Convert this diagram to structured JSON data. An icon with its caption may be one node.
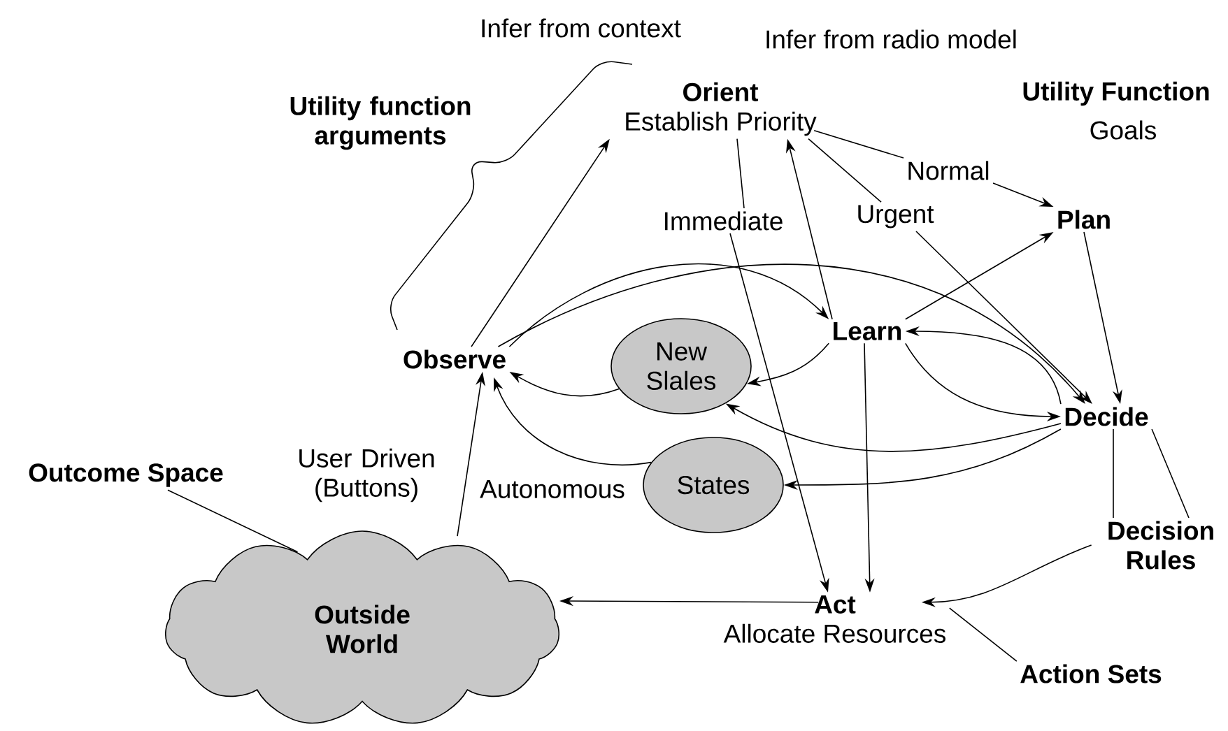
{
  "diagram": {
    "nodes": [
      {
        "text": [
          "Observe"
        ]
      },
      {
        "text": [
          "Orient",
          "Establish Priority"
        ]
      },
      {
        "text": [
          "Plan"
        ]
      },
      {
        "text": [
          "Decide"
        ]
      },
      {
        "text": [
          "Learn"
        ]
      },
      {
        "text": [
          "Act",
          "Allocate Resources"
        ]
      },
      {
        "text": [
          "New Slales"
        ]
      },
      {
        "text": [
          "States"
        ]
      },
      {
        "text": [
          "Outside World"
        ]
      },
      {
        "text": [
          "Normal"
        ]
      },
      {
        "text": [
          "Urgent"
        ]
      },
      {
        "text": [
          "Immediate"
        ]
      },
      {
        "text": [
          "Decision Rules"
        ]
      },
      {
        "text": [
          "Action Sets"
        ]
      },
      {
        "text": [
          "Outcome Space"
        ]
      }
    ],
    "edges": [
      {
        "from": 0,
        "to": 1,
        "arrow": "to"
      },
      {
        "from": 1,
        "to": 9,
        "arrow": "none"
      },
      {
        "from": 9,
        "to": 2,
        "arrow": "to"
      },
      {
        "from": 1,
        "to": 10,
        "arrow": "none"
      },
      {
        "from": 10,
        "to": 3,
        "arrow": "to"
      },
      {
        "from": 1,
        "to": 11,
        "arrow": "none"
      },
      {
        "from": 11,
        "to": 5,
        "arrow": "to"
      },
      {
        "from": 4,
        "to": 1,
        "arrow": "to"
      },
      {
        "from": 0,
        "to": 4,
        "arrow": "to"
      },
      {
        "from": 0,
        "to": 3,
        "arrow": "to"
      },
      {
        "from": 4,
        "to": 2,
        "arrow": "to"
      },
      {
        "from": 2,
        "to": 3,
        "arrow": "to"
      },
      {
        "from": 3,
        "to": 4,
        "arrow": "to"
      },
      {
        "from": 4,
        "to": 3,
        "arrow": "to"
      },
      {
        "from": 4,
        "to": 6,
        "arrow": "to"
      },
      {
        "from": 6,
        "to": 0,
        "arrow": "to"
      },
      {
        "from": 3,
        "to": 6,
        "arrow": "to"
      },
      {
        "from": 3,
        "to": 7,
        "arrow": "to"
      },
      {
        "from": 7,
        "to": 0,
        "arrow": "to"
      },
      {
        "from": 8,
        "to": 0,
        "arrow": "to"
      },
      {
        "from": 5,
        "to": 8,
        "arrow": "to"
      },
      {
        "from": 4,
        "to": 5,
        "arrow": "to"
      },
      {
        "from": 12,
        "to": 5,
        "arrow": "to"
      },
      {
        "from": 3,
        "to": 12,
        "arrow": "none"
      },
      {
        "from": 3,
        "to": 12,
        "arrow": "none"
      },
      {
        "from": 13,
        "to": 5,
        "arrow": "none"
      },
      {
        "from": 14,
        "to": 8,
        "arrow": "none"
      }
    ],
    "labels": [
      "Infer from context",
      "Infer from radio model",
      "Utility function arguments",
      "Utility Function",
      "Goals",
      "User Driven (Buttons)",
      "Autonomous"
    ]
  }
}
